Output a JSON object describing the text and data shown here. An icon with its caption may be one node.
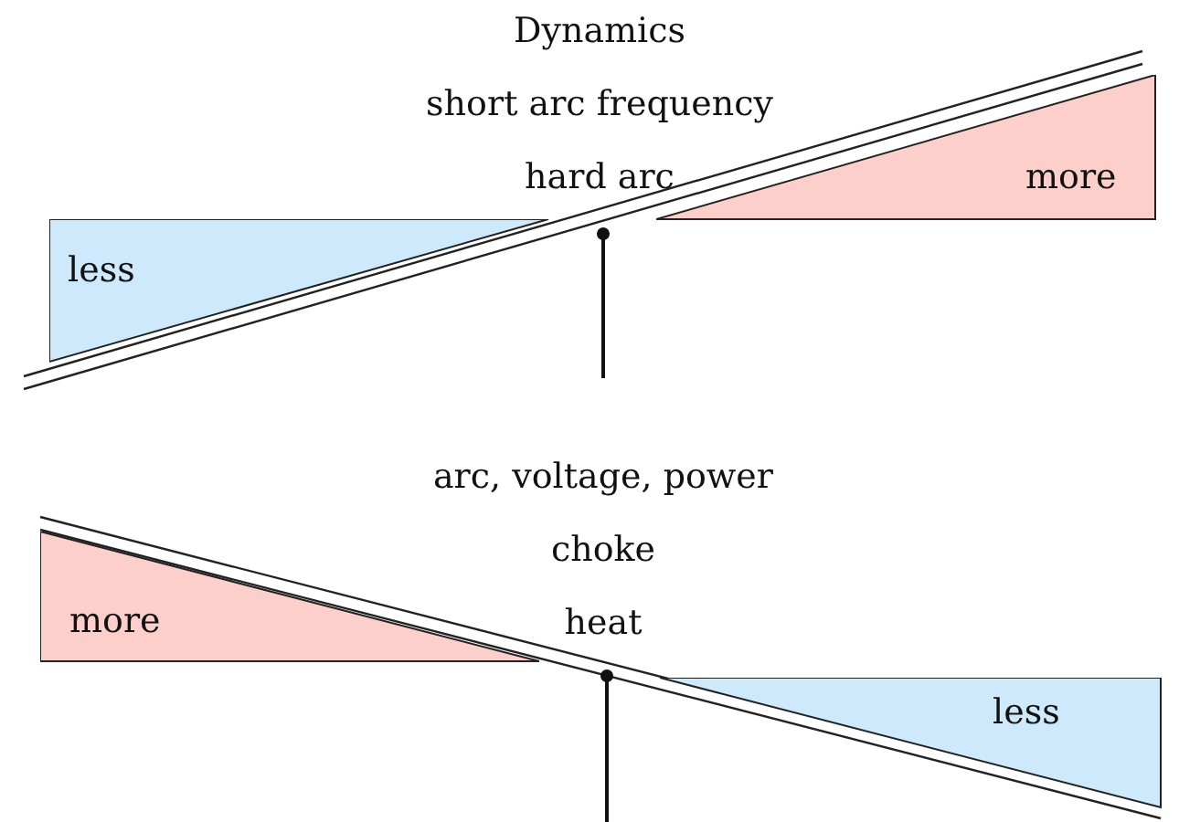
{
  "diagram": {
    "nodes": [
      {
        "text": [
          "less"
        ]
      },
      {
        "text": [
          "more"
        ]
      },
      {
        "text": [
          "more"
        ]
      },
      {
        "text": [
          "less"
        ]
      }
    ],
    "labels": [
      "Dynamics",
      "short arc frequency",
      "hard arc",
      "arc, voltage, power",
      "choke",
      "heat"
    ]
  }
}
